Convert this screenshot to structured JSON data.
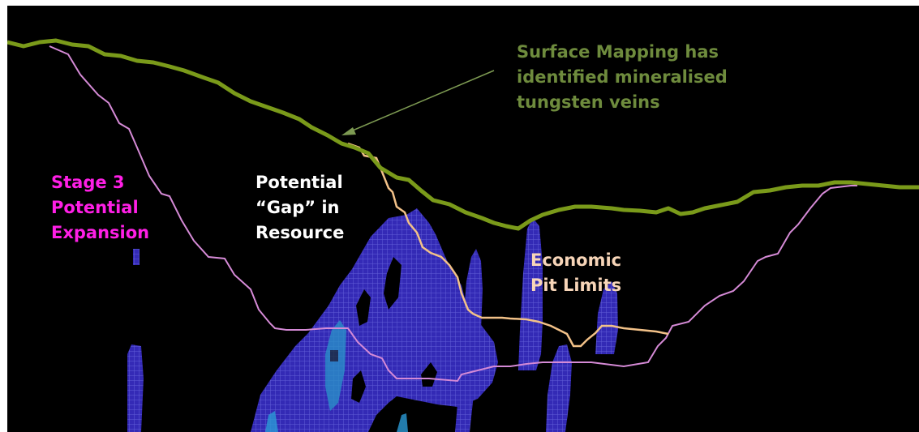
{
  "colors": {
    "background": "#000000",
    "surface": "#7a9a1a",
    "surface_label": "#6e8b3d",
    "stage3_pit": "#d58ad6",
    "stage3_label": "#ff1fe6",
    "gap_label": "#ffffff",
    "economic_pit": "#f2c188",
    "economic_label": "#f7d5b8",
    "arrow": "#7d9a52",
    "block_model": "#3f34d8",
    "block_model_grid": "#7a78ff",
    "high_grade": "#2a9ad6"
  },
  "labels": {
    "surface_mapping": [
      "Surface Mapping has",
      "identified mineralised",
      "tungsten veins"
    ],
    "stage3": [
      "Stage 3",
      "Potential",
      "Expansion"
    ],
    "gap": [
      "Potential",
      "“Gap” in",
      "Resource"
    ],
    "economic": [
      "Economic",
      "Pit Limits"
    ]
  }
}
